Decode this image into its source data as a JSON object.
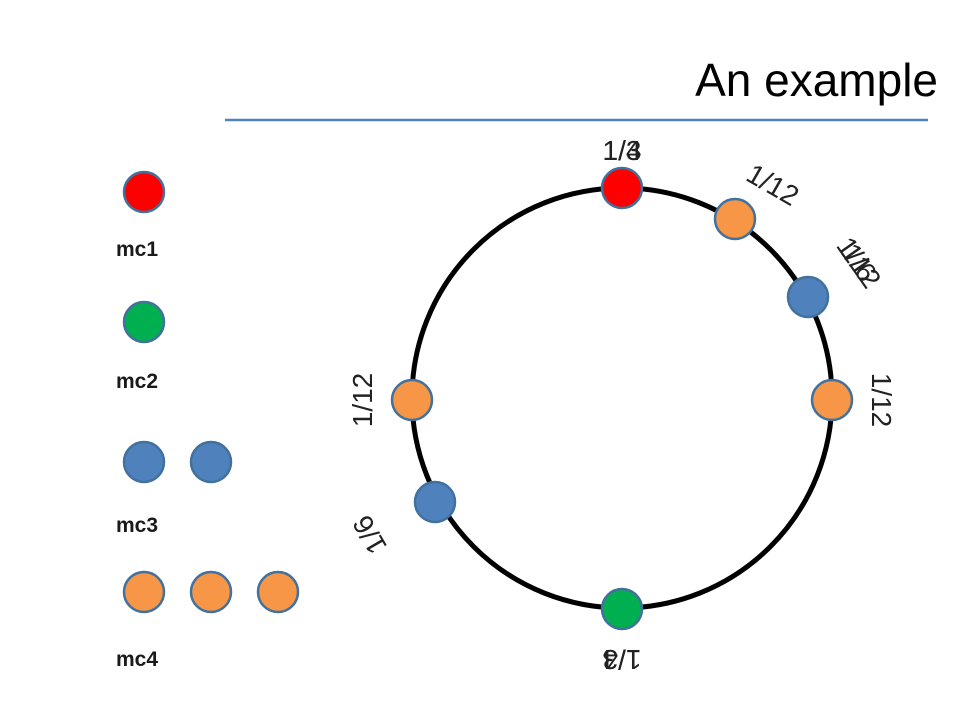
{
  "slide": {
    "title": "An example"
  },
  "legend": [
    {
      "label": "mc1",
      "color": "#ff0000",
      "count": 1
    },
    {
      "label": "mc2",
      "color": "#00b050",
      "count": 1
    },
    {
      "label": "mc3",
      "color": "#4f81bd",
      "count": 2
    },
    {
      "label": "mc4",
      "color": "#f79646",
      "count": 3
    }
  ],
  "ring": {
    "nodes": [
      {
        "class": "mc1",
        "color": "#ff0000"
      },
      {
        "class": "mc4",
        "color": "#f79646"
      },
      {
        "class": "mc3",
        "color": "#4f81bd"
      },
      {
        "class": "mc4",
        "color": "#f79646"
      },
      {
        "class": "mc2",
        "color": "#00b050"
      },
      {
        "class": "mc3",
        "color": "#4f81bd"
      },
      {
        "class": "mc4",
        "color": "#f79646"
      }
    ],
    "labels": [
      {
        "text": "1/4"
      },
      {
        "text": "1/3"
      },
      {
        "text": "1/12"
      },
      {
        "text": "1/6"
      },
      {
        "text": "1/12"
      },
      {
        "text": "1/12"
      },
      {
        "text": "1/4"
      },
      {
        "text": "1/3"
      },
      {
        "text": "1/6"
      },
      {
        "text": "1/12"
      }
    ]
  },
  "colors": {
    "ring_stroke": "#000000",
    "title_rule": "#4f81bd"
  }
}
